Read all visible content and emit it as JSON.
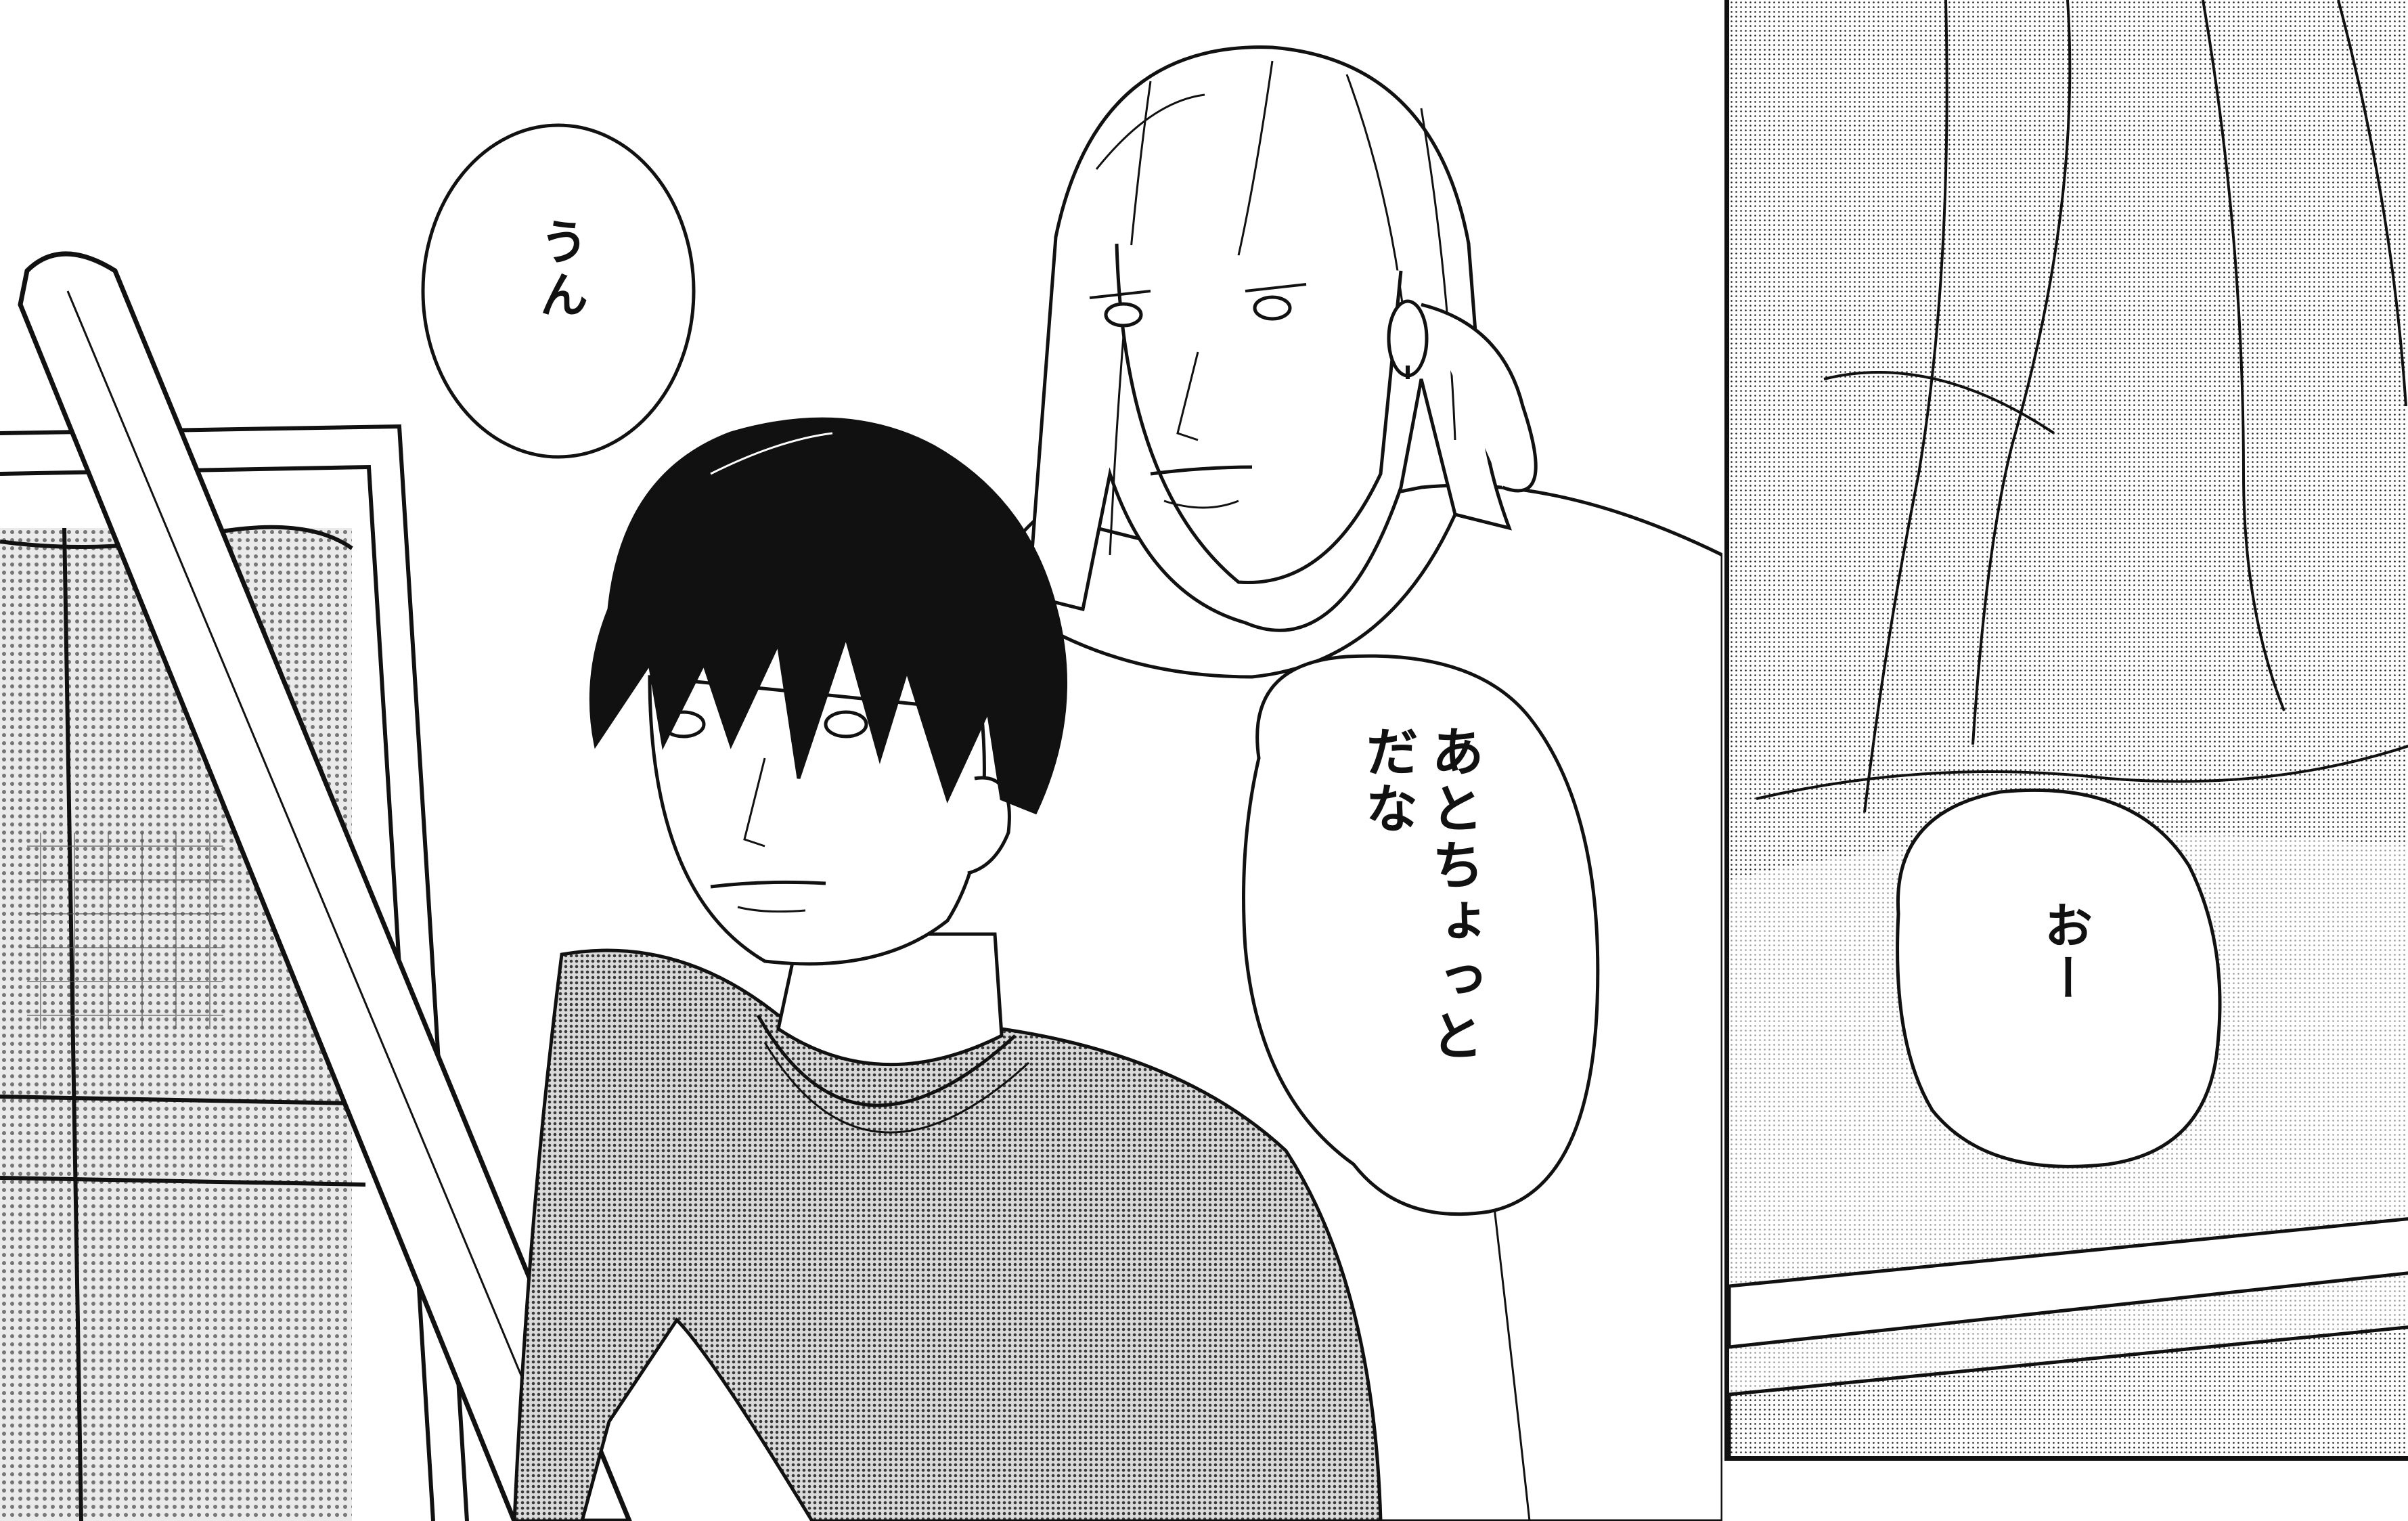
{
  "page": {
    "background": "#ffffff",
    "ink": "#111111",
    "screentone": "#9a9a9a"
  },
  "panels": {
    "left": {
      "bubble_top": {
        "text": "うん"
      },
      "bubble_middle": {
        "line1": "あとちょっと",
        "line2": "だな"
      }
    },
    "right": {
      "bubble": {
        "text": "おー"
      }
    }
  }
}
